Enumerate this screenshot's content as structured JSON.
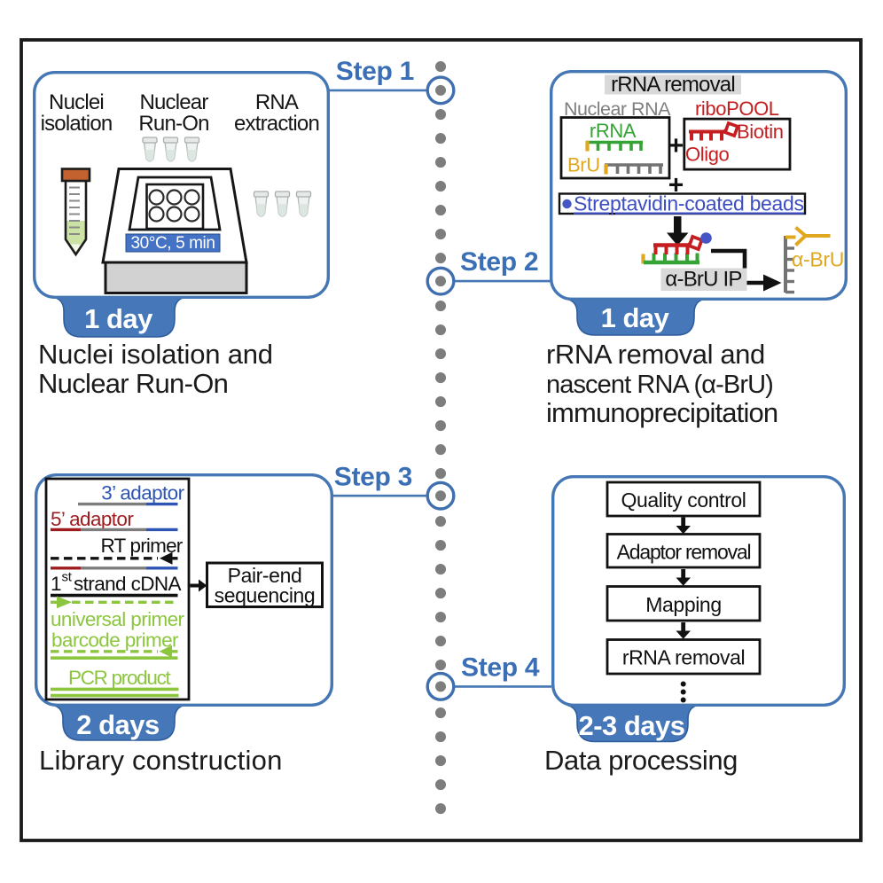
{
  "steps": [
    {
      "label": "Step 1",
      "duration": "1 day",
      "caption": [
        "Nuclei isolation and",
        "Nuclear Run-On"
      ]
    },
    {
      "label": "Step 2",
      "duration": "1 day",
      "caption": [
        "rRNA removal and",
        "nascent RNA (α-BrU)",
        "immunoprecipitation"
      ]
    },
    {
      "label": "Step 3",
      "duration": "2 days",
      "caption": [
        "Library construction"
      ]
    },
    {
      "label": "Step 4",
      "duration": "2-3 days",
      "caption": [
        "Data processing"
      ]
    }
  ],
  "panel_run_on": {
    "columns": [
      {
        "line1": "Nuclei",
        "line2": "isolation"
      },
      {
        "line1": "Nuclear",
        "line2": "Run-On"
      },
      {
        "line1": "RNA",
        "line2": "extraction"
      }
    ],
    "temperature": "30°C, 5 min"
  },
  "panel_ip": {
    "title": "rRNA removal",
    "nuclear_rna": "Nuclear RNA",
    "ribopool": "riboPOOL",
    "rrna": "rRNA",
    "bru": "BrU",
    "biotin": "Biotin",
    "oligo": "Oligo",
    "plus1": "+",
    "plus2": "+",
    "beads": "Streptavidin-coated beads",
    "ip": "α-BrU IP",
    "antibody": "α-BrU"
  },
  "panel_library": {
    "adaptor3": "3’ adaptor",
    "adaptor5": "5’ adaptor",
    "rt_primer": "RT primer",
    "cdna_num": "1",
    "cdna_sup": "st",
    "cdna_rest": "strand cDNA",
    "universal": "universal primer",
    "barcode": "barcode primer",
    "pcr": "PCR product",
    "sequencing": [
      "Pair-end",
      "sequencing"
    ]
  },
  "panel_processing": {
    "boxes": [
      "Quality control",
      "Adaptor removal",
      "Mapping",
      "rRNA removal"
    ],
    "more": "⋮"
  },
  "colors": {
    "accent_blue": "#4477b4",
    "step_blue": "#3a6fb5",
    "tag_blue": "#4577b9",
    "bar_blue": "#4472c4",
    "bead_blue": "#4456c6",
    "adaptor_blue": "#2e55b4",
    "strep_blue": "#3d4ec1",
    "green": "#36a336",
    "lime_green": "#8cc63e",
    "yellow": "#e0a81e",
    "red": "#c41e20",
    "dark_red": "#9e1b1e",
    "orange": "#c4622f",
    "gray": "#7f7f7f",
    "light_gray": "#d9d9d9"
  }
}
